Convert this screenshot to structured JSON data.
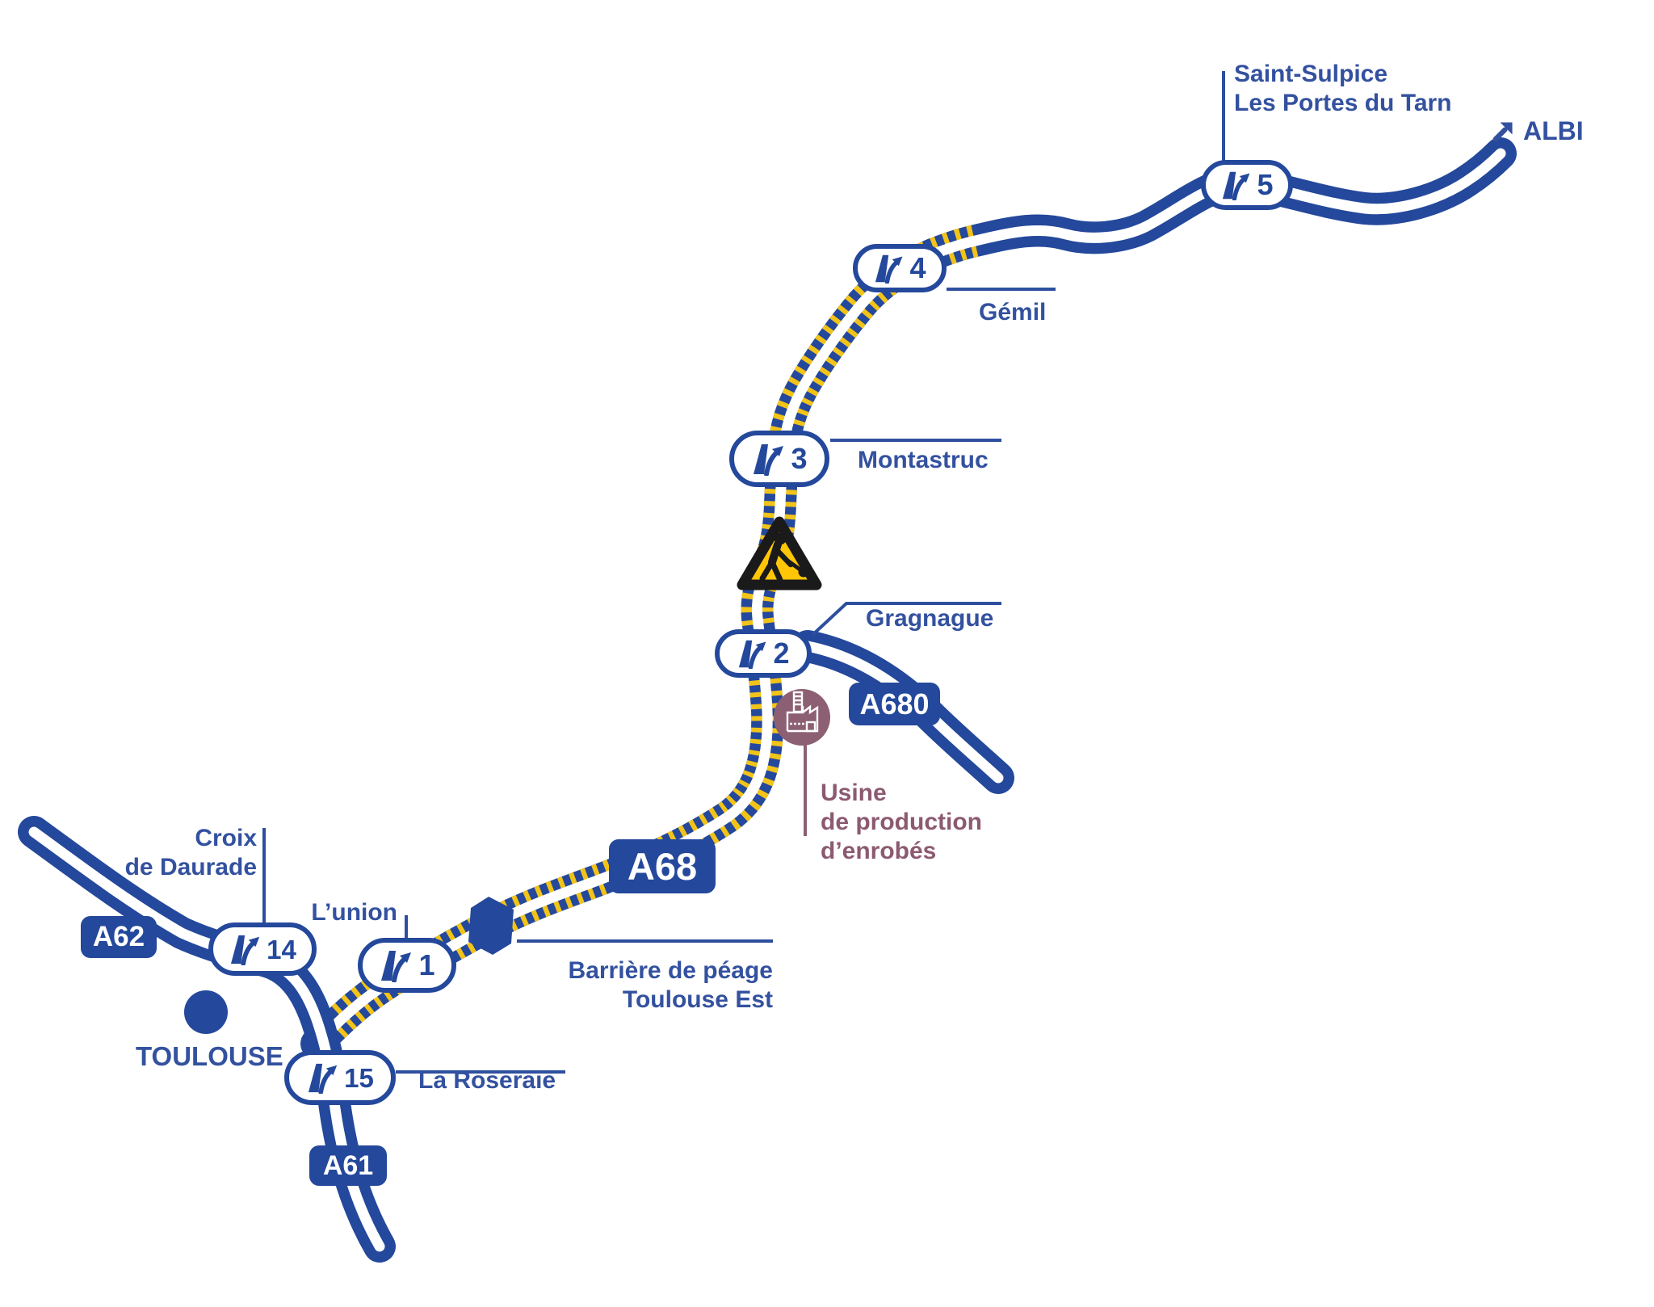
{
  "colors": {
    "road_blue": "#24489b",
    "text_blue": "#33519f",
    "work_zone_yellow": "#f2c318",
    "warning_yellow": "#ffc608",
    "factory_mauve": "#8c6072",
    "factory_text_mauve": "#8c5a70"
  },
  "city": {
    "toulouse": "TOULOUSE"
  },
  "destination": {
    "albi": "ALBI"
  },
  "motorways": {
    "a68": "A68",
    "a62": "A62",
    "a61": "A61",
    "a680": "A680"
  },
  "exits": {
    "e5": {
      "number": "5",
      "label_line1": "Saint-Sulpice",
      "label_line2": "Les Portes du Tarn"
    },
    "e4": {
      "number": "4",
      "label": "Gémil"
    },
    "e3": {
      "number": "3",
      "label": "Montastruc"
    },
    "e2": {
      "number": "2",
      "label": "Gragnague"
    },
    "e1": {
      "number": "1",
      "label": "L’union"
    },
    "e14": {
      "number": "14",
      "label_line1": "Croix",
      "label_line2": "de Daurade"
    },
    "e15": {
      "number": "15",
      "label": "La Roseraie"
    }
  },
  "toll_barrier": {
    "label_line1": "Barrière de péage",
    "label_line2": "Toulouse Est"
  },
  "asphalt_plant": {
    "label_line1": "Usine",
    "label_line2": "de production",
    "label_line3": "d’enrobés"
  }
}
